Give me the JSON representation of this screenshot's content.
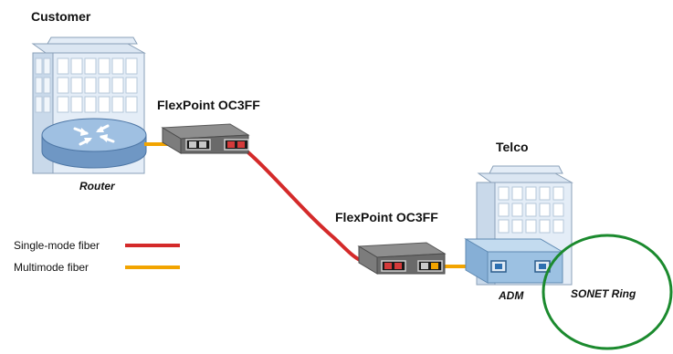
{
  "labels": {
    "customer": "Customer",
    "router": "Router",
    "flexpoint_top": "FlexPoint OC3FF",
    "flexpoint_bottom": "FlexPoint OC3FF",
    "telco": "Telco",
    "adm": "ADM",
    "sonet_ring": "SONET Ring"
  },
  "legend": {
    "items": [
      {
        "label": "Single-mode fiber",
        "color": "#d42a2a"
      },
      {
        "label": "Multimode fiber",
        "color": "#f2a400"
      }
    ]
  },
  "colors": {
    "single_mode": "#d42a2a",
    "multimode": "#f2a400",
    "ring": "#1b8a2e",
    "building": "#d7e4f1",
    "router": "#8fb3d9",
    "adm": "#a9c8e3"
  },
  "icons": {
    "customer_building": "office-building-icon",
    "router": "router-icon",
    "converter": "media-converter-icon",
    "telco_building": "office-building-icon",
    "adm": "add-drop-multiplexer-icon"
  }
}
